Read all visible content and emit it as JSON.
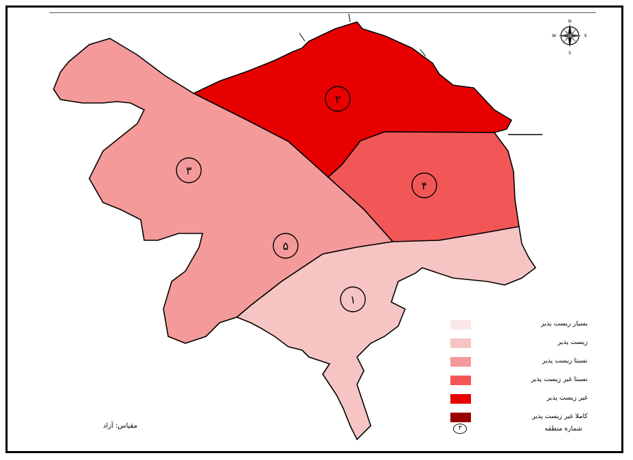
{
  "map": {
    "zones": [
      {
        "id": "1",
        "label": "۱",
        "class_index": 1,
        "color": "#f7c4c4"
      },
      {
        "id": "2",
        "label": "۲",
        "class_index": 4,
        "color": "#e80000"
      },
      {
        "id": "3",
        "label": "۳",
        "class_index": 2,
        "color": "#f49a9a"
      },
      {
        "id": "4",
        "label": "۴",
        "class_index": 3,
        "color": "#f25757"
      },
      {
        "id": "5",
        "label": "۵",
        "class_index": 2,
        "color": "#f49a9a"
      }
    ],
    "compass": {
      "n": "N",
      "s": "S",
      "e": "E",
      "w": "W"
    },
    "scale_label": "مقیاس: آزاد"
  },
  "legend": {
    "items": [
      {
        "label": "بسیار زیست پذیر",
        "color": "#fbe8e8"
      },
      {
        "label": "زیست پذیر",
        "color": "#f7c4c4"
      },
      {
        "label": "نسبتا زیست پذیر",
        "color": "#f49a9a"
      },
      {
        "label": "نسبتا غیر زیست پذیر",
        "color": "#f25757"
      },
      {
        "label": "غیر زیست پذیر",
        "color": "#e80000"
      },
      {
        "label": "کاملا غیر زیست پذیر",
        "color": "#9b0000"
      }
    ],
    "zone_number_marker": "۳",
    "zone_number_label": "شماره منطقه"
  }
}
